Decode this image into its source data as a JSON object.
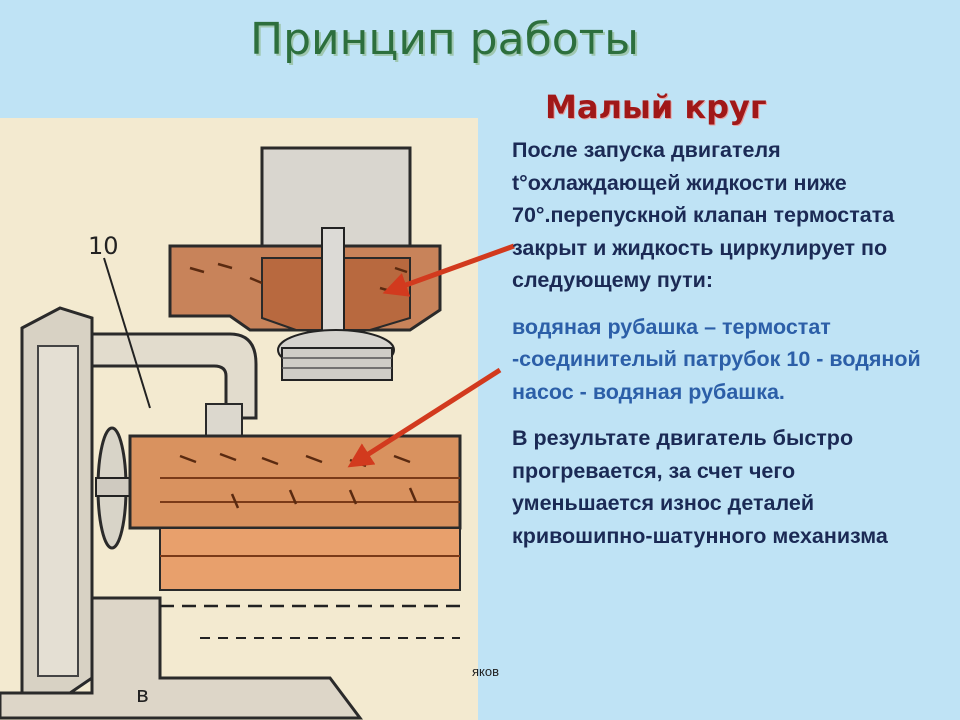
{
  "title": "Принцип работы",
  "subtitle": "Малый круг",
  "diagram": {
    "part_label": "10",
    "view_label": "в"
  },
  "text": {
    "para1": "После запуска двигателя t°охлаждающей жидкости ниже 70°.перепускной клапан термостата закрыт и жидкость циркулирует по следующему пути:",
    "para2": "водяная рубашка – термостат -соединителый патрубок 10 - водяной насос - водяная рубашка.",
    "para3": "В результате двигатель быстро прогревается, за счет чего уменьшается износ деталей кривошипно-шатунного механизма"
  },
  "footer": "яков",
  "colors": {
    "background": "#bfe3f5",
    "title": "#2d6f3d",
    "subtitle": "#a01818",
    "arrow": "#d23a1e",
    "text_dark": "#1b2a55",
    "text_blue": "#2c5fa8"
  }
}
